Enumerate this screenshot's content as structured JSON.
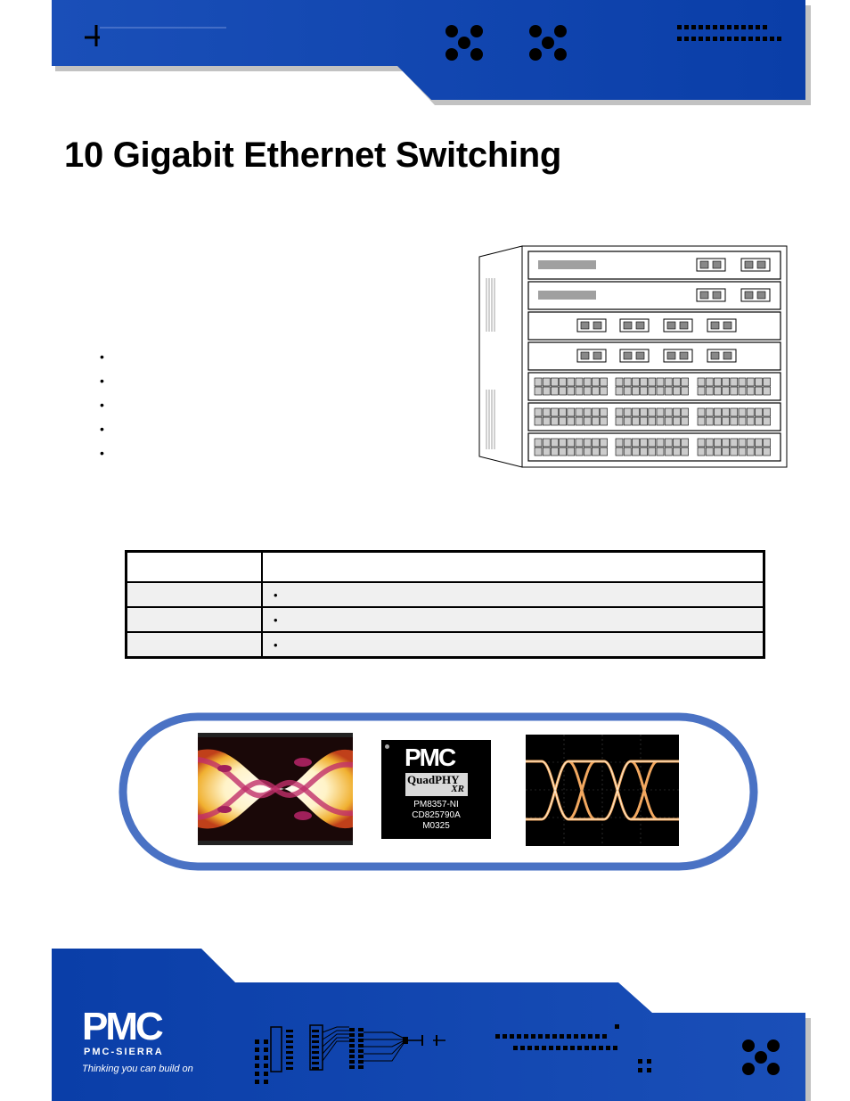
{
  "document": {
    "title": "10 Gigabit Ethernet Switching"
  },
  "chip": {
    "logo": "PMC",
    "product_name": "QuadPHY",
    "product_suffix": "XR",
    "marking_line_1": "PM8357-NI",
    "marking_line_2": "CD825790A",
    "marking_line_3": "M0325"
  },
  "footer": {
    "brand_logo": "PMC",
    "brand_name": "PMC-SIERRA",
    "tagline": "Thinking you can build on"
  },
  "colors": {
    "brand_blue": "#0a3ea8",
    "frame_blue": "#4a72c4"
  }
}
